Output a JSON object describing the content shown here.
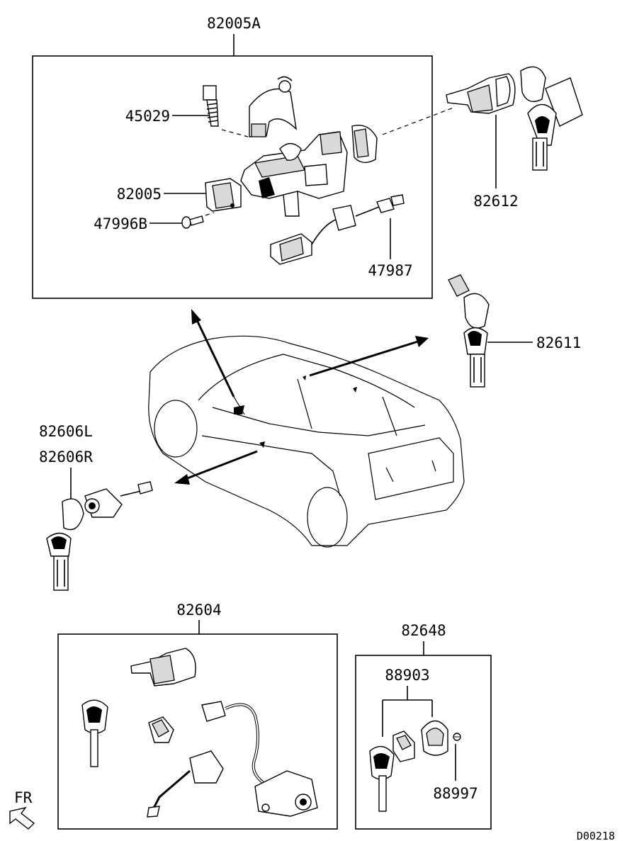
{
  "diagram": {
    "callouts": {
      "p82005A": "82005A",
      "p45029": "45029",
      "p82005": "82005",
      "p47996B": "47996B",
      "p47987": "47987",
      "p82612": "82612",
      "p82611": "82611",
      "p82606L": "82606L",
      "p82606R": "82606R",
      "p82604": "82604",
      "p82648": "82648",
      "p88903": "88903",
      "p88997": "88997"
    },
    "direction_label": "FR",
    "drawing_code": "D00218"
  }
}
